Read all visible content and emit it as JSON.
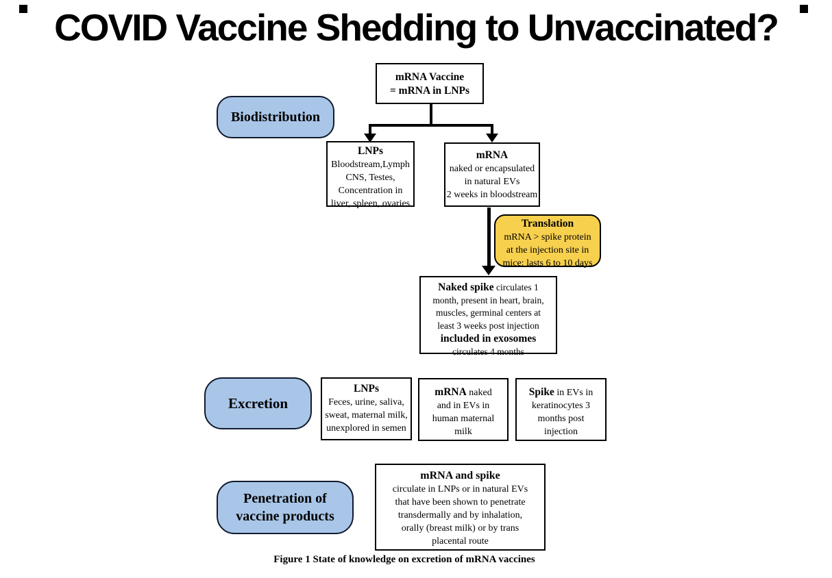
{
  "title": "COVID Vaccine Shedding to Unvaccinated?",
  "caption": "Figure 1 State of knowledge on excretion of mRNA vaccines",
  "colors": {
    "bubble_blue": "#a9c6e8",
    "bubble_yellow": "#f7d04e",
    "line_black": "#000000"
  },
  "labels": {
    "biodistribution": "Biodistribution",
    "excretion": "Excretion",
    "penetration_line1": "Penetration of",
    "penetration_line2": "vaccine products"
  },
  "nodes": {
    "vaccine": {
      "line1": "mRNA Vaccine",
      "line2": "= mRNA in LNPs"
    },
    "lnps_bio": {
      "title": "LNPs",
      "lines": [
        "Bloodstream,Lymph",
        "CNS, Testes,",
        "Concentration in",
        "liver, spleen, ovaries"
      ]
    },
    "mrna_bio": {
      "title": "mRNA",
      "lines": [
        "naked or encapsulated",
        "in natural EVs",
        "2 weeks in bloodstream"
      ]
    },
    "translation": {
      "title": "Translation",
      "lines": [
        "mRNA > spike protein",
        "at the injection site in",
        "mice: lasts 6 to 10 days"
      ]
    },
    "naked_spike": {
      "bold_lead": "Naked spike",
      "lead_rest": " circulates 1",
      "lines": [
        "month, present in heart, brain,",
        "muscles, germinal centers at",
        "least 3 weeks post injection"
      ],
      "bold_mid": "included in exosomes",
      "tail": "circulates 4 months"
    },
    "lnps_exc": {
      "title": "LNPs",
      "lines": [
        "Feces, urine, saliva,",
        "sweat, maternal milk,",
        "unexplored in semen"
      ]
    },
    "mrna_exc": {
      "bold_lead": "mRNA",
      "lead_rest": " naked",
      "lines": [
        "and in EVs in",
        "human maternal",
        "milk"
      ]
    },
    "spike_exc": {
      "bold_lead": "Spike",
      "lead_rest": " in EVs in",
      "lines": [
        "keratinocytes 3",
        "months post",
        "injection"
      ]
    },
    "penetration": {
      "title": "mRNA and spike",
      "lines": [
        "circulate in LNPs or in natural EVs",
        "that have been shown to penetrate",
        "transdermally and by inhalation,",
        "orally (breast milk) or by trans",
        "placental route"
      ]
    }
  }
}
